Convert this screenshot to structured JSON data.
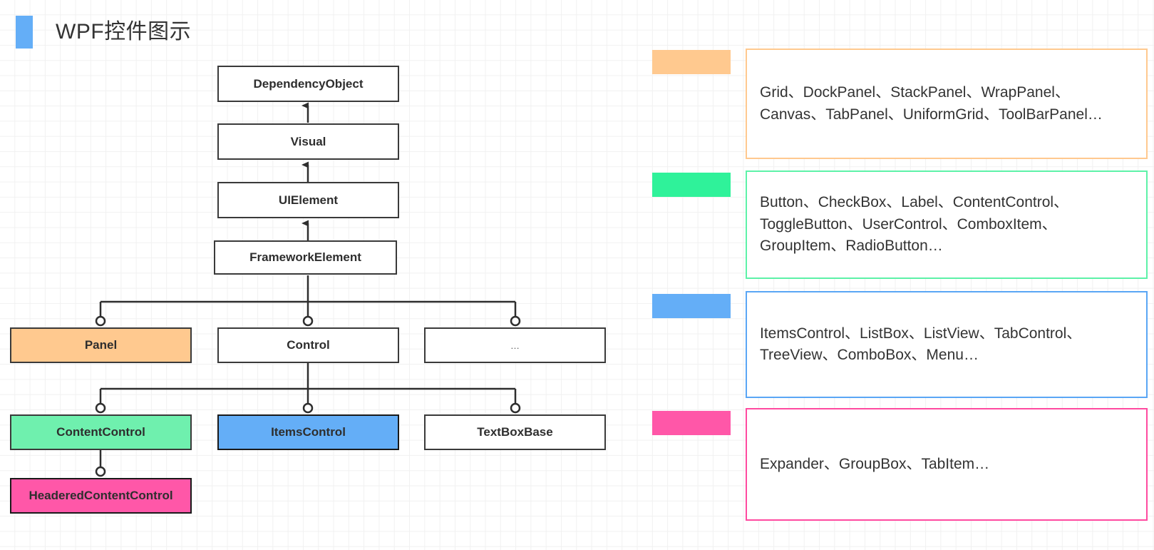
{
  "header": {
    "title": "WPF控件图示",
    "swatch_color": "#64aef7"
  },
  "palette": {
    "orange": "#ffc98f",
    "green": "#6ff0ae",
    "blue": "#64aef7",
    "pink": "#ff57a8",
    "box_border": "#3a3a3a",
    "grid_line": "#f1f1f1",
    "background": "#ffffff"
  },
  "hierarchy": {
    "nodes": [
      {
        "id": "dependencyobject",
        "label": "DependencyObject"
      },
      {
        "id": "visual",
        "label": "Visual"
      },
      {
        "id": "uielement",
        "label": "UIElement"
      },
      {
        "id": "frameworkelement",
        "label": "FrameworkElement"
      },
      {
        "id": "panel",
        "label": "Panel"
      },
      {
        "id": "control",
        "label": "Control"
      },
      {
        "id": "more",
        "label": "…"
      },
      {
        "id": "contentcontrol",
        "label": "ContentControl"
      },
      {
        "id": "itemscontrol",
        "label": "ItemsControl"
      },
      {
        "id": "textboxbase",
        "label": "TextBoxBase"
      },
      {
        "id": "headeredcontentcontrol",
        "label": "HeaderedContentControl"
      }
    ]
  },
  "legend": {
    "entries": [
      {
        "swatch_color": "#ffc98f",
        "border_color": "#ffc98f",
        "text": "Grid、DockPanel、StackPanel、WrapPanel、Canvas、TabPanel、UniformGrid、ToolBarPanel…"
      },
      {
        "swatch_color": "#2ff29a",
        "border_color": "#5df2a8",
        "text": "Button、CheckBox、Label、ContentControl、ToggleButton、UserControl、ComboxItem、GroupItem、RadioButton…"
      },
      {
        "swatch_color": "#64aef7",
        "border_color": "#5aa6f5",
        "text": "ItemsControl、ListBox、ListView、TabControl、TreeView、ComboBox、Menu…"
      },
      {
        "swatch_color": "#ff57a8",
        "border_color": "#ff4aa0",
        "text": "Expander、GroupBox、TabItem…"
      }
    ]
  }
}
